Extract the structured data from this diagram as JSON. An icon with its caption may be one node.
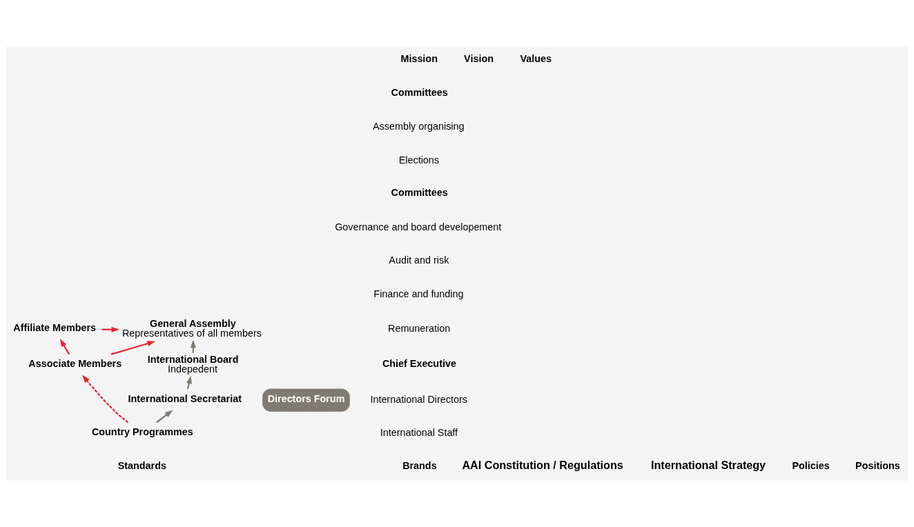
{
  "diagram": {
    "nodes": [
      {
        "text": [
          "General Assembly",
          "Representatives of all members"
        ]
      },
      {
        "text": [
          "International Board",
          "Indepedent"
        ]
      },
      {
        "text": [
          "International Secretariat"
        ]
      },
      {
        "text": [
          "Country Programmes"
        ]
      },
      {
        "text": [
          "Affiliate Members"
        ]
      },
      {
        "text": [
          "Associate Members"
        ]
      },
      {
        "text": [
          "Directors Forum"
        ]
      }
    ],
    "edges": [
      {
        "from": 3,
        "to": 2,
        "arrow": "to",
        "color": "#7f7a73"
      },
      {
        "from": 2,
        "to": 1,
        "arrow": "to",
        "color": "#7f7a73"
      },
      {
        "from": 1,
        "to": 0,
        "arrow": "to",
        "color": "#7f7a73"
      },
      {
        "from": 4,
        "to": 0,
        "arrow": "to"
      },
      {
        "from": 5,
        "to": 0,
        "arrow": "to"
      },
      {
        "from": 5,
        "to": 4,
        "arrow": "to"
      },
      {
        "from": 3,
        "to": 5,
        "arrow": "to",
        "style": "dashed"
      }
    ],
    "labels": [
      "Mission",
      "Vision",
      "Values",
      "Committees",
      "Assembly organising",
      "Elections",
      "Committees",
      "Governance and board developement",
      "Audit and risk",
      "Finance and funding",
      "Remuneration",
      "Chief Executive",
      "International Directors",
      "International Staff",
      "AAI Constitution / Regulations",
      "International Strategy",
      "Brands",
      "Standards",
      "Policies",
      "Positions"
    ]
  }
}
